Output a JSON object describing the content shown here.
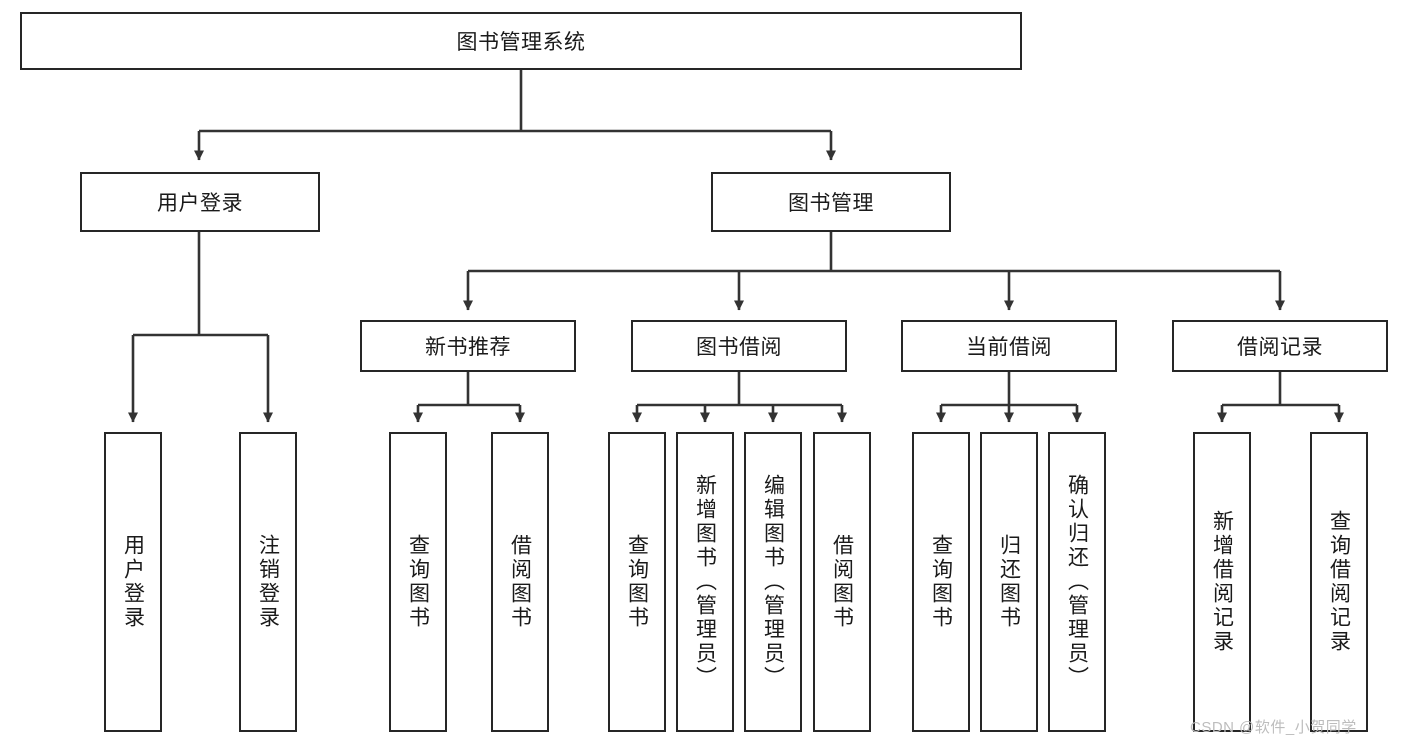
{
  "diagram": {
    "type": "tree",
    "title": "图书管理系统",
    "orientation": "top-down",
    "levels": 4,
    "colors": {
      "box_border": "#262626",
      "box_fill": "#ffffff",
      "connector": "#333333",
      "text": "#1a1a1a",
      "watermark": "#bdbdbd"
    },
    "nodes": {
      "root": {
        "label": "图书管理系统",
        "orientation": "horizontal"
      },
      "level2": [
        {
          "id": "user-login",
          "label": "用户登录",
          "orientation": "horizontal"
        },
        {
          "id": "book-management",
          "label": "图书管理",
          "orientation": "horizontal"
        }
      ],
      "level3": [
        {
          "id": "new-book-recommend",
          "label": "新书推荐",
          "orientation": "horizontal",
          "parent": "book-management"
        },
        {
          "id": "book-borrow",
          "label": "图书借阅",
          "orientation": "horizontal",
          "parent": "book-management"
        },
        {
          "id": "current-borrow",
          "label": "当前借阅",
          "orientation": "horizontal",
          "parent": "book-management"
        },
        {
          "id": "borrow-record",
          "label": "借阅记录",
          "orientation": "horizontal",
          "parent": "book-management"
        }
      ],
      "leaves": [
        {
          "id": "leaf-user-login",
          "label": "用户登录",
          "orientation": "vertical",
          "parent": "user-login"
        },
        {
          "id": "leaf-logout-login",
          "label": "注销登录",
          "orientation": "vertical",
          "parent": "user-login"
        },
        {
          "id": "leaf-query-book-recommend",
          "label": "查询图书",
          "orientation": "vertical",
          "parent": "new-book-recommend"
        },
        {
          "id": "leaf-borrow-book-recommend",
          "label": "借阅图书",
          "orientation": "vertical",
          "parent": "new-book-recommend"
        },
        {
          "id": "leaf-query-book-borrow",
          "label": "查询图书",
          "orientation": "vertical",
          "parent": "book-borrow"
        },
        {
          "id": "leaf-add-book-admin",
          "label": "新增图书（管理员）",
          "orientation": "vertical",
          "parent": "book-borrow"
        },
        {
          "id": "leaf-edit-book-admin",
          "label": "编辑图书（管理员）",
          "orientation": "vertical",
          "parent": "book-borrow"
        },
        {
          "id": "leaf-borrow-book",
          "label": "借阅图书",
          "orientation": "vertical",
          "parent": "book-borrow"
        },
        {
          "id": "leaf-query-book-current",
          "label": "查询图书",
          "orientation": "vertical",
          "parent": "current-borrow"
        },
        {
          "id": "leaf-return-book",
          "label": "归还图书",
          "orientation": "vertical",
          "parent": "current-borrow"
        },
        {
          "id": "leaf-confirm-return-admin",
          "label": "确认归还（管理员）",
          "orientation": "vertical",
          "parent": "current-borrow"
        },
        {
          "id": "leaf-add-borrow-record",
          "label": "新增借阅记录",
          "orientation": "vertical",
          "parent": "borrow-record"
        },
        {
          "id": "leaf-query-borrow-record",
          "label": "查询借阅记录",
          "orientation": "vertical",
          "parent": "borrow-record"
        }
      ]
    }
  },
  "watermark": {
    "text": "CSDN @软件_小贺同学"
  }
}
